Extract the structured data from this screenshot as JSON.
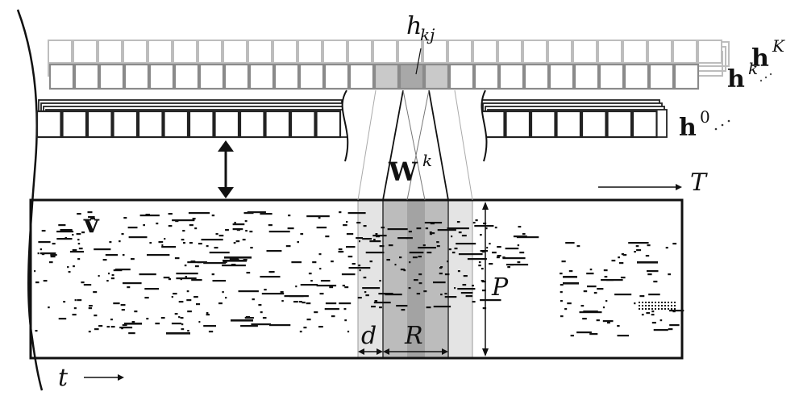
{
  "labels": {
    "h_kj_main": "h",
    "h_kj_sub": "kj",
    "hK_main": "h",
    "hK_sup": "K",
    "hk_main": "h",
    "hk_sup": "k",
    "h0_main": "h",
    "h0_sup": "0",
    "Wk_main": "W",
    "Wk_sup": "k",
    "v": "v",
    "T": "T",
    "t": "t",
    "P": "P",
    "d": "d",
    "R": "R"
  },
  "colors": {
    "stroke_dark": "#111111",
    "h0_layer": "#222222",
    "hk_layer": "#8a8a8a",
    "hK_layer": "#bdbdbd",
    "band_light": "#dcdcdc",
    "band_mid": "#b8b8b8",
    "band_dark": "#9a9a9a",
    "highlight_cell": "#c9c9c9",
    "selected_cell": "#a8a8a8"
  }
}
